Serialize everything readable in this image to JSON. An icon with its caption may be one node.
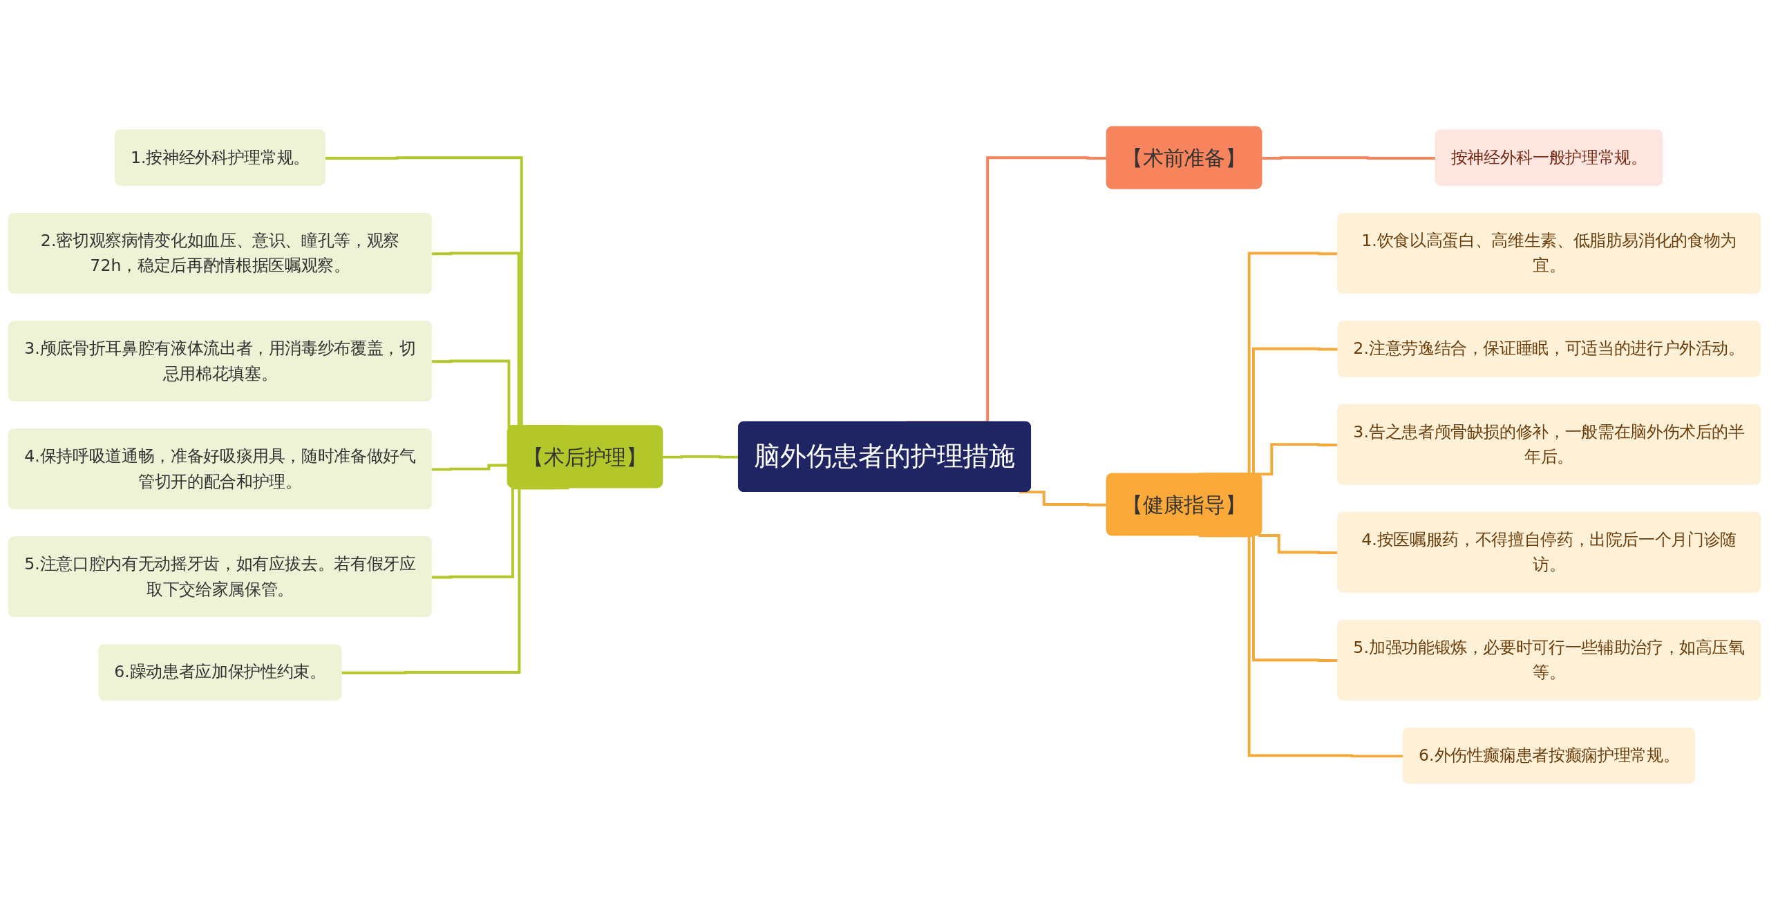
{
  "diagram": {
    "nodes": [
      {
        "text": [
          "脑外伤患者的护理措施"
        ]
      },
      {
        "text": [
          "【术后护理】"
        ]
      },
      {
        "text": [
          "1.按神经外科护理常规。"
        ]
      },
      {
        "text": [
          "2.密切观察病情变化如血压、意识、瞳孔等，观察72h，稳定后再酌情根据医嘱观察。"
        ]
      },
      {
        "text": [
          "3.颅底骨折耳鼻腔有液体流出者，用消毒纱布覆盖，切忌用棉花填塞。"
        ]
      },
      {
        "text": [
          "4.保持呼吸道通畅，准备好吸痰用具，随时准备做好气管切开的配合和护理。"
        ]
      },
      {
        "text": [
          "5.注意口腔内有无动摇牙齿，如有应拔去。若有假牙应取下交给家属保管。"
        ]
      },
      {
        "text": [
          "6.躁动患者应加保护性约束。"
        ]
      },
      {
        "text": [
          "【术前准备】"
        ]
      },
      {
        "text": [
          "按神经外科一般护理常规。"
        ]
      },
      {
        "text": [
          "【健康指导】"
        ]
      },
      {
        "text": [
          "1.饮食以高蛋白、高维生素、低脂肪易消化的食物为宜。"
        ]
      },
      {
        "text": [
          "2.注意劳逸结合，保证睡眠，可适当的进行户外活动。"
        ]
      },
      {
        "text": [
          "3.告之患者颅骨缺损的修补，一般需在脑外伤术后的半年后。"
        ]
      },
      {
        "text": [
          "4.按医嘱服药，不得擅自停药，出院后一个月门诊随访。"
        ]
      },
      {
        "text": [
          "5.加强功能锻炼，必要时可行一些辅助治疗，如高压氧等。"
        ]
      },
      {
        "text": [
          "6.外伤性癫痫患者按癫痫护理常规。"
        ]
      }
    ],
    "edges": [
      {
        "from": 2,
        "to": 1,
        "arrow": "none",
        "color": "#b3c72a"
      },
      {
        "from": 3,
        "to": 1,
        "arrow": "none",
        "color": "#b3c72a"
      },
      {
        "from": 4,
        "to": 1,
        "arrow": "none",
        "color": "#b3c72a"
      },
      {
        "from": 5,
        "to": 1,
        "arrow": "none",
        "color": "#b3c72a"
      },
      {
        "from": 6,
        "to": 1,
        "arrow": "none",
        "color": "#b3c72a"
      },
      {
        "from": 7,
        "to": 1,
        "arrow": "none",
        "color": "#b3c72a"
      },
      {
        "from": 1,
        "to": 0,
        "arrow": "none",
        "color": "#b3c72a"
      },
      {
        "from": 0,
        "to": 8,
        "arrow": "none",
        "color": "#f7845c"
      },
      {
        "from": 8,
        "to": 9,
        "arrow": "none",
        "color": "#f7845c"
      },
      {
        "from": 0,
        "to": 10,
        "arrow": "none",
        "color": "#f5a93a"
      },
      {
        "from": 10,
        "to": 11,
        "arrow": "none",
        "color": "#f5a93a"
      },
      {
        "from": 10,
        "to": 12,
        "arrow": "none",
        "color": "#f5a93a"
      },
      {
        "from": 10,
        "to": 13,
        "arrow": "none",
        "color": "#f5a93a"
      },
      {
        "from": 10,
        "to": 14,
        "arrow": "none",
        "color": "#f5a93a"
      },
      {
        "from": 10,
        "to": 15,
        "arrow": "none",
        "color": "#f5a93a"
      },
      {
        "from": 10,
        "to": 16,
        "arrow": "none",
        "color": "#f5a93a"
      }
    ]
  }
}
